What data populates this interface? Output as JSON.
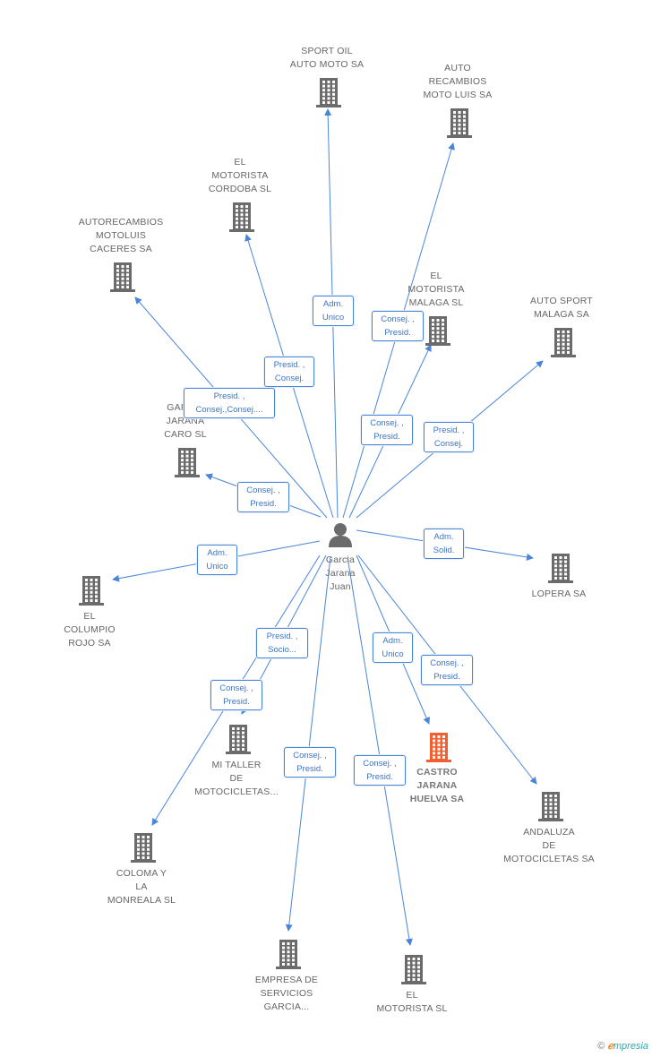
{
  "center": {
    "name": "Garcia\nJarana\nJuan"
  },
  "companies": [
    {
      "name": "SPORT OIL\nAUTO MOTO SA"
    },
    {
      "name": "AUTO\nRECAMBIOS\nMOTO LUIS SA"
    },
    {
      "name": "EL\nMOTORISTA\nCORDOBA SL"
    },
    {
      "name": "AUTORECAMBIOS\nMOTOLUIS\nCACERES SA"
    },
    {
      "name": "EL\nMOTORISTA\nMALAGA SL"
    },
    {
      "name": "AUTO SPORT\nMALAGA SA"
    },
    {
      "name": "GARCIA\nJARANA\nCARO SL"
    },
    {
      "name": "LOPERA SA"
    },
    {
      "name": "EL\nCOLUMPIO\nROJO SA"
    },
    {
      "name": "MI TALLER\nDE\nMOTOCICLETAS..."
    },
    {
      "name": "CASTRO\nJARANA\nHUELVA SA"
    },
    {
      "name": "ANDALUZA\nDE\nMOTOCICLETAS SA"
    },
    {
      "name": "COLOMA Y\nLA\nMONREALA  SL"
    },
    {
      "name": "EMPRESA DE\nSERVICIOS\nGARCIA..."
    },
    {
      "name": "EL\nMOTORISTA SL"
    }
  ],
  "edges": [
    {
      "label": "Adm.\nUnico"
    },
    {
      "label": "Consej. ,\nPresid."
    },
    {
      "label": "Presid. ,\nConsej."
    },
    {
      "label": "Presid. ,\nConsej.,Consej...."
    },
    {
      "label": "Consej. ,\nPresid."
    },
    {
      "label": "Presid. ,\nConsej."
    },
    {
      "label": "Consej. ,\nPresid."
    },
    {
      "label": "Adm.\nSolid."
    },
    {
      "label": "Adm.\nUnico"
    },
    {
      "label": "Presid. ,\nSocio..."
    },
    {
      "label": "Consej. ,\nPresid."
    },
    {
      "label": "Adm.\nUnico"
    },
    {
      "label": "Consej. ,\nPresid."
    },
    {
      "label": "Consej. ,\nPresid."
    },
    {
      "label": "Consej. ,\nPresid."
    }
  ],
  "colors": {
    "edge": "#4a86d8",
    "building": "#6b6b6b",
    "highlight": "#f06030",
    "person": "#6b6b6b"
  },
  "footer": {
    "copyright": "©",
    "brand_e": "ℯ",
    "brand_rest": "mpresia"
  }
}
